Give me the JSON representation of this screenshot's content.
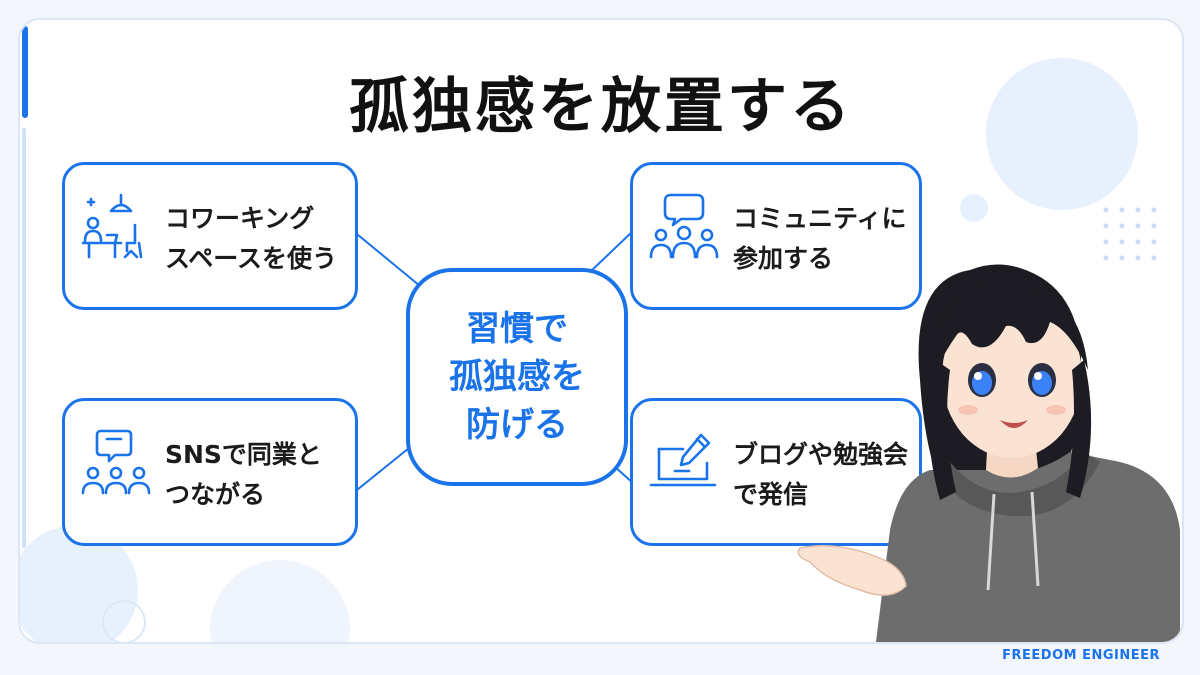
{
  "title": "孤独感を放置する",
  "center": {
    "lines": [
      "習慣で",
      "孤独感を",
      "防げる"
    ]
  },
  "boxes": [
    {
      "lines": [
        "コワーキング",
        "スペースを使う"
      ],
      "icon": "coworking-desk-icon"
    },
    {
      "lines": [
        "コミュニティに",
        "参加する"
      ],
      "icon": "community-group-icon"
    },
    {
      "lines": [
        "SNSで同業と",
        "つながる"
      ],
      "icon": "sns-chat-group-icon"
    },
    {
      "lines": [
        "ブログや勉強会",
        "で発信"
      ],
      "icon": "laptop-pen-icon"
    }
  ],
  "brand": "FREEDOM ENGINEER",
  "colors": {
    "accent": "#1a73e8",
    "text": "#1b1b1b",
    "background": "#ffffff",
    "hoodie": "#6d6d6d",
    "hair": "#1c1c22"
  }
}
